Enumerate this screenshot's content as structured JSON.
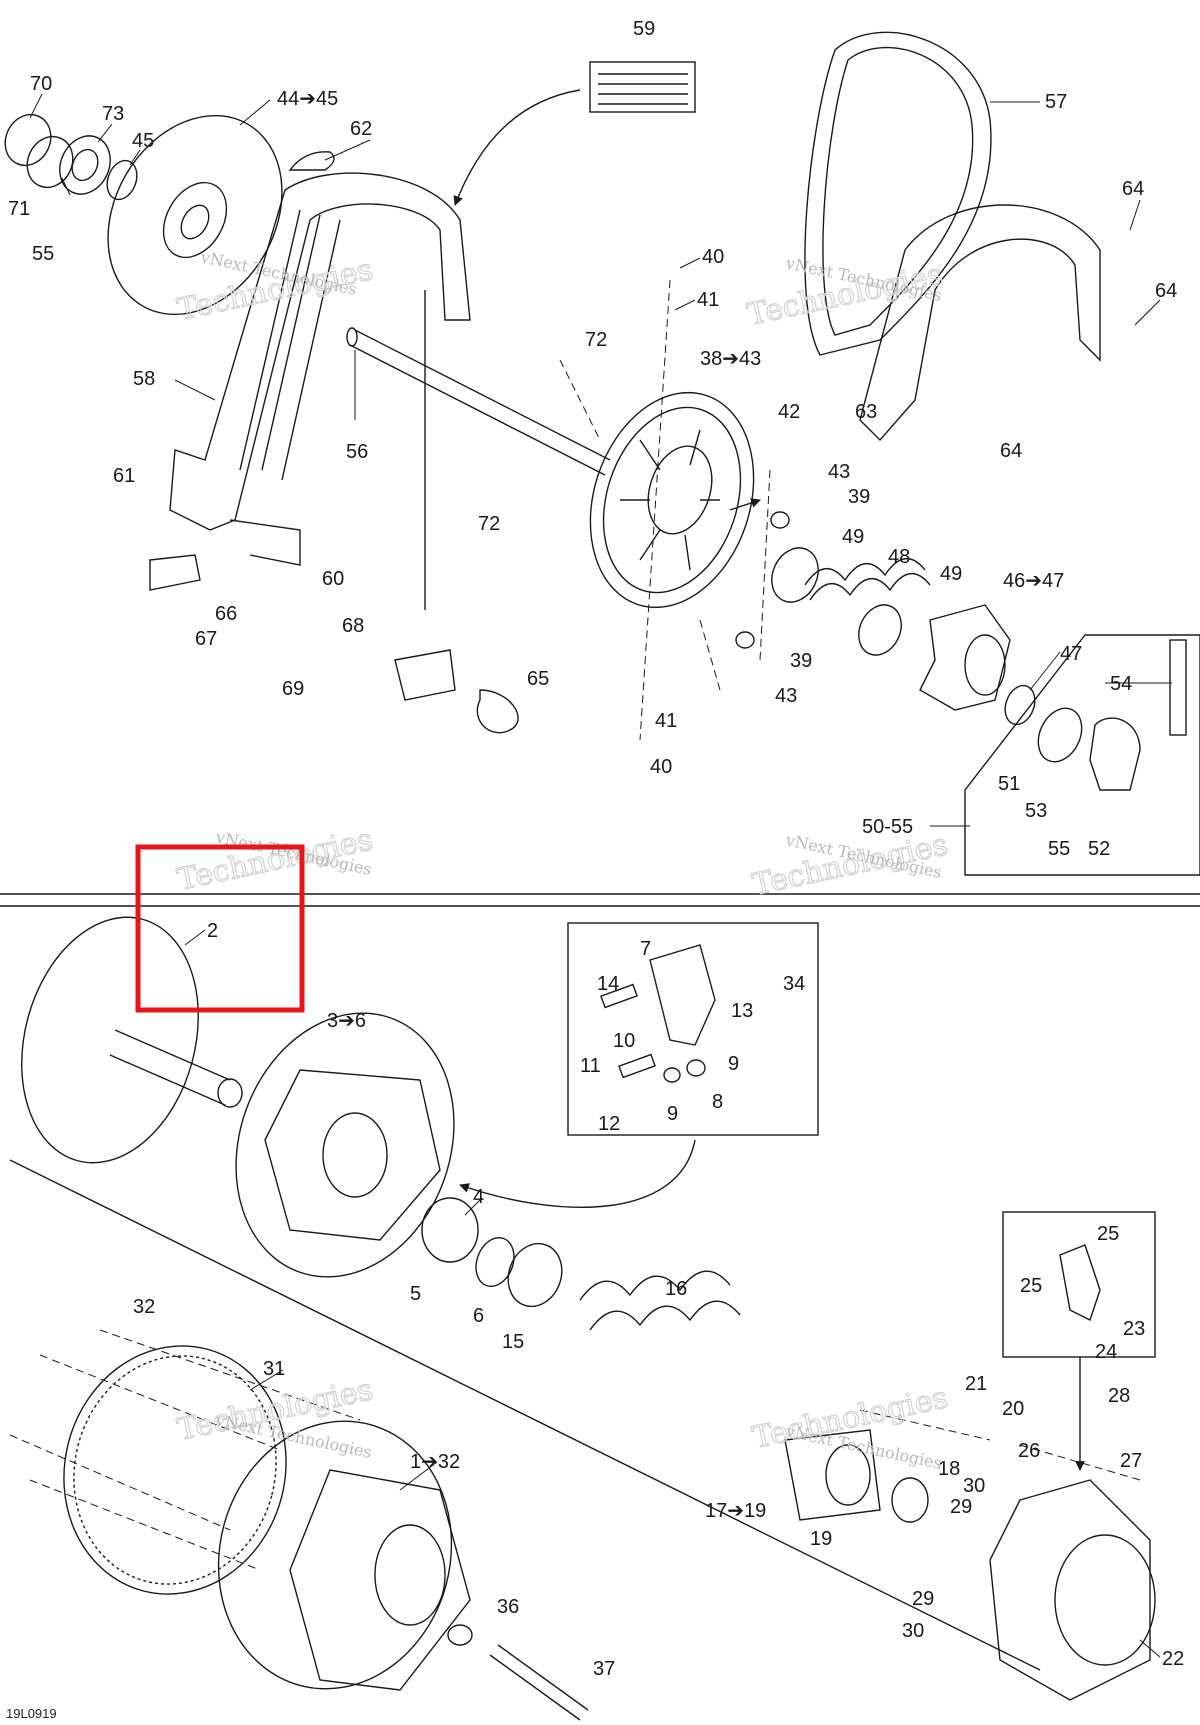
{
  "labels": {
    "l70": "70",
    "l71": "71",
    "l73": "73",
    "l45a": "45",
    "l55a": "55",
    "l44": "44➔45",
    "l62": "62",
    "l59": "59",
    "l57": "57",
    "l64a": "64",
    "l64b": "64",
    "l64c": "64",
    "l63": "63",
    "l58": "58",
    "l56": "56",
    "l40a": "40",
    "l41a": "41",
    "l72a": "72",
    "l72b": "72",
    "l38": "38➔43",
    "l42": "42",
    "l43a": "43",
    "l39a": "39",
    "l61": "61",
    "l60": "60",
    "l66": "66",
    "l67": "67",
    "l49a": "49",
    "l48": "48",
    "l49b": "49",
    "l46": "46➔47",
    "l47": "47",
    "l54": "54",
    "l68": "68",
    "l65": "65",
    "l69": "69",
    "l39b": "39",
    "l43b": "43",
    "l41b": "41",
    "l40b": "40",
    "l51": "51",
    "l53": "53",
    "l55b": "55",
    "l52": "52",
    "l50": "50-55",
    "l2": "2",
    "l3": "3➔6",
    "l7": "7",
    "l14": "14",
    "l34": "34",
    "l13": "13",
    "l10": "10",
    "l11": "11",
    "l9a": "9",
    "l9b": "9",
    "l8": "8",
    "l12": "12",
    "l4": "4",
    "l5": "5",
    "l6": "6",
    "l15": "15",
    "l16": "16",
    "l32": "32",
    "l31": "31",
    "l1": "1➔32",
    "l25a": "25",
    "l25b": "25",
    "l23": "23",
    "l24": "24",
    "l21": "21",
    "l20": "20",
    "l28": "28",
    "l27": "27",
    "l26": "26",
    "l18": "18",
    "l30a": "30",
    "l29a": "29",
    "l17": "17➔19",
    "l19": "19",
    "l29b": "29",
    "l30b": "30",
    "l22": "22",
    "l36": "36",
    "l37": "37"
  },
  "watermark": {
    "line1": "vNext Technologies",
    "line2a": "vNext",
    "line2b": "Technologies"
  },
  "drawing_ref": "19L0919",
  "colors": {
    "line": "#1a1a1a",
    "highlight": "#e8141b",
    "watermark": "#c8c8c8"
  }
}
